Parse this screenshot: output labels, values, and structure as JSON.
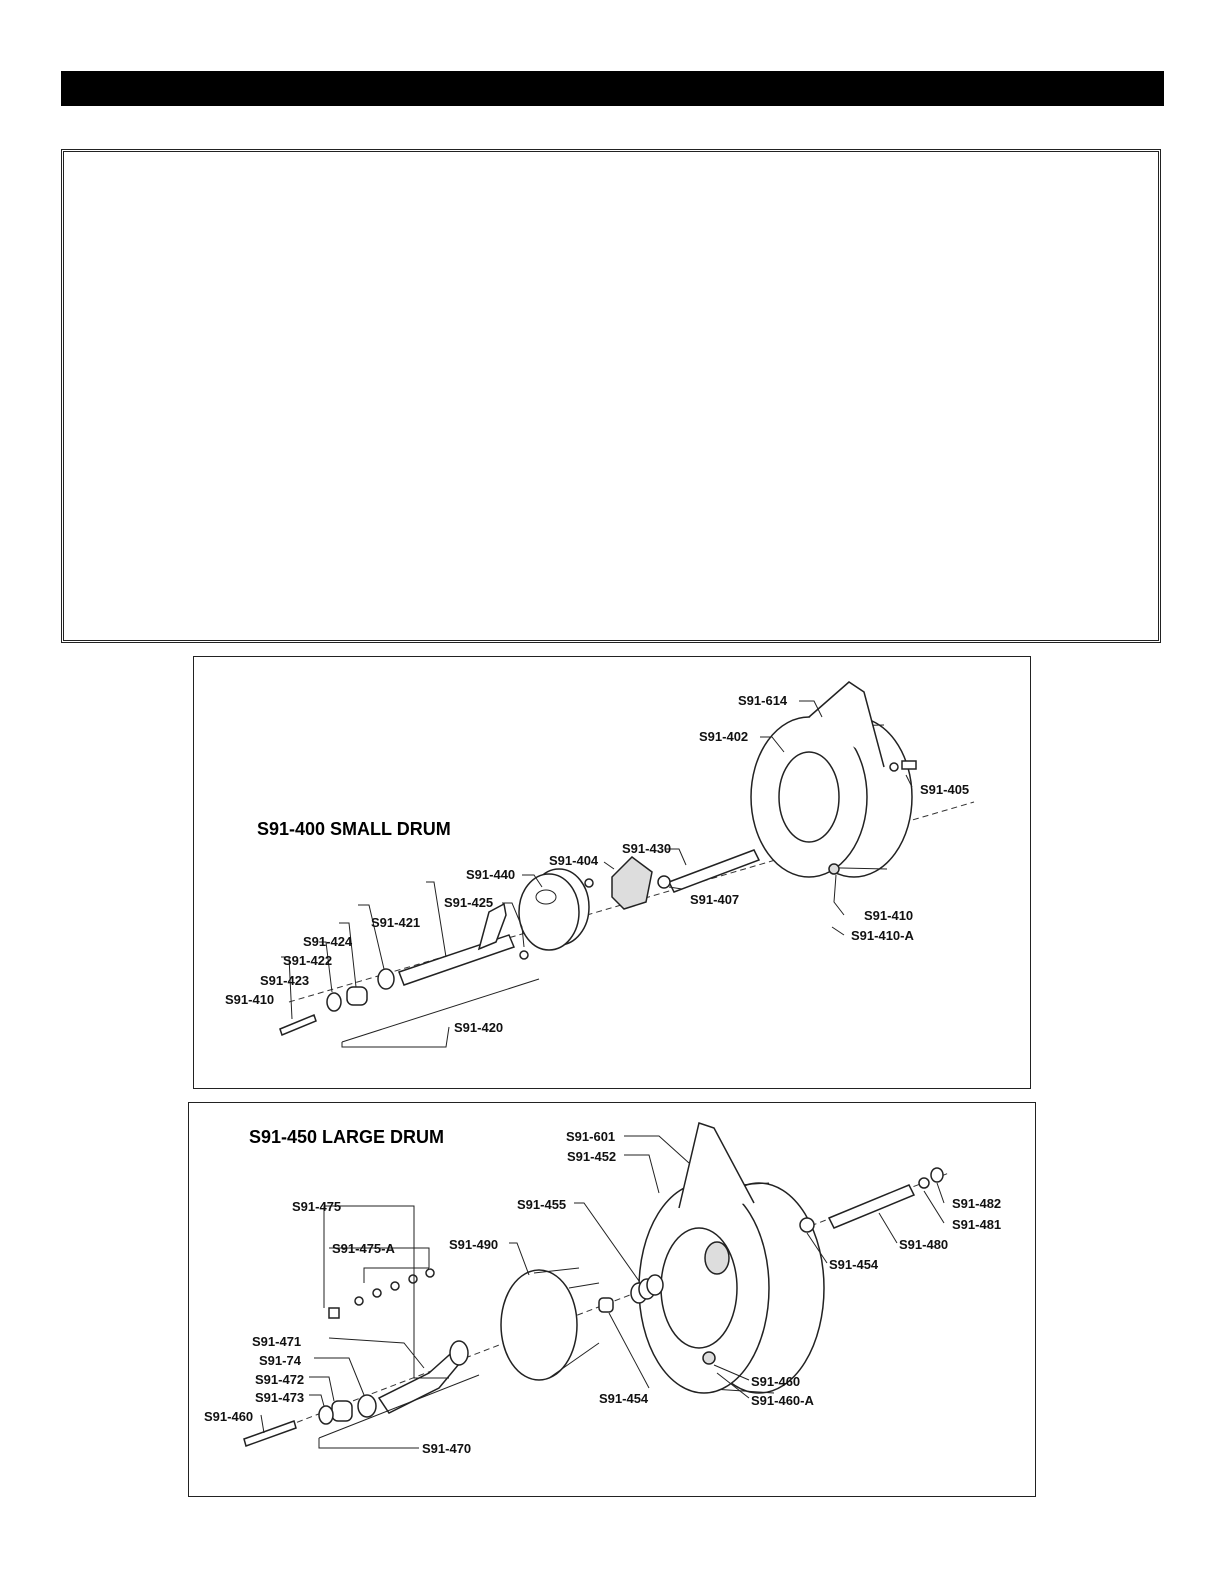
{
  "small_drum": {
    "title": "S91-400 SMALL DRUM",
    "labels": {
      "l614": "S91-614",
      "l402": "S91-402",
      "l405": "S91-405",
      "l430": "S91-430",
      "l404": "S91-404",
      "l440": "S91-440",
      "l407": "S91-407",
      "l410": "S91-410",
      "l410a": "S91-410-A",
      "l425": "S91-425",
      "l421": "S91-421",
      "l424": "S91-424",
      "l422": "S91-422",
      "l423": "S91-423",
      "l410b": "S91-410",
      "l420": "S91-420"
    }
  },
  "large_drum": {
    "title": "S91-450 LARGE DRUM",
    "labels": {
      "l601": "S91-601",
      "l452": "S91-452",
      "l455": "S91-455",
      "l490": "S91-490",
      "l475": "S91-475",
      "l475a": "S91-475-A",
      "l482": "S91-482",
      "l481": "S91-481",
      "l480": "S91-480",
      "l454a": "S91-454",
      "l454b": "S91-454",
      "l460": "S91-460",
      "l460a": "S91-460-A",
      "l471": "S91-471",
      "l74": "S91-74",
      "l472": "S91-472",
      "l473": "S91-473",
      "l460b": "S91-460",
      "l470": "S91-470"
    }
  }
}
